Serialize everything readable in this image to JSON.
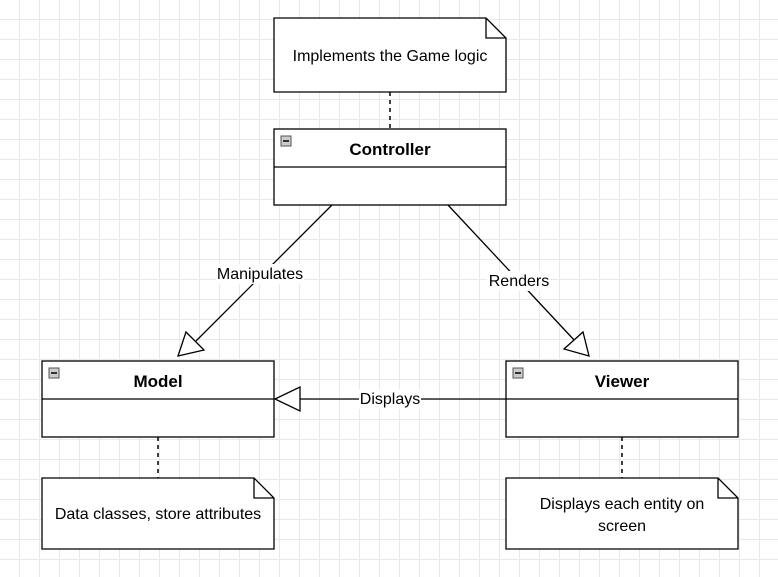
{
  "notes": {
    "controller_note": "Implements the Game logic",
    "model_note": "Data classes, store attributes",
    "viewer_note_line1": "Displays each entity on",
    "viewer_note_line2": "screen"
  },
  "classes": {
    "controller": "Controller",
    "model": "Model",
    "viewer": "Viewer"
  },
  "edges": {
    "manipulates": "Manipulates",
    "renders": "Renders",
    "displays": "Displays"
  },
  "colors": {
    "stroke": "#000000",
    "fill": "#ffffff",
    "toggle_fill": "#cccccc"
  }
}
